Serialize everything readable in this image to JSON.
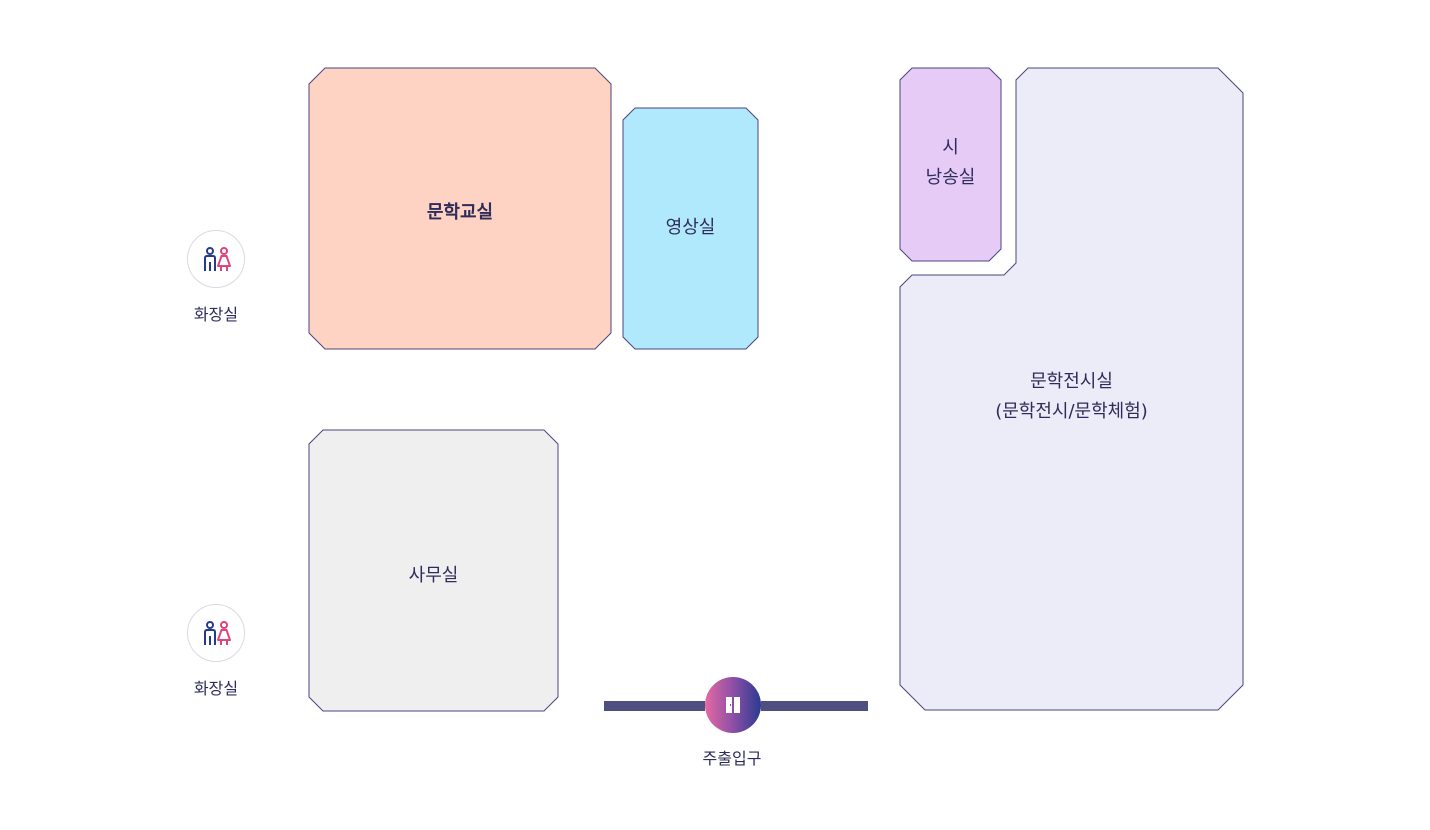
{
  "rooms": {
    "literature_classroom": {
      "label": "문학교실",
      "color": "#ffd3c3"
    },
    "video_room": {
      "label": "영상실",
      "color": "#b0e8fc"
    },
    "poetry_room": {
      "line1": "시",
      "line2": "낭송실",
      "color": "#e5cbf6"
    },
    "exhibition_room": {
      "line1": "문학전시실",
      "line2": "(문학전시/문학체험)",
      "color": "#ececf8"
    },
    "office": {
      "label": "사무실",
      "color": "#efefef"
    }
  },
  "restrooms": [
    {
      "label": "화장실",
      "icon": "restroom-icon"
    },
    {
      "label": "화장실",
      "icon": "restroom-icon"
    }
  ],
  "entrance": {
    "label": "주출입구",
    "icon": "door-icon"
  },
  "colors": {
    "outline": "#4b4580",
    "text": "#2e2c5a",
    "male_icon": "#253a8f",
    "female_icon": "#e0457a",
    "entrance_bar": "#4e4f80"
  }
}
